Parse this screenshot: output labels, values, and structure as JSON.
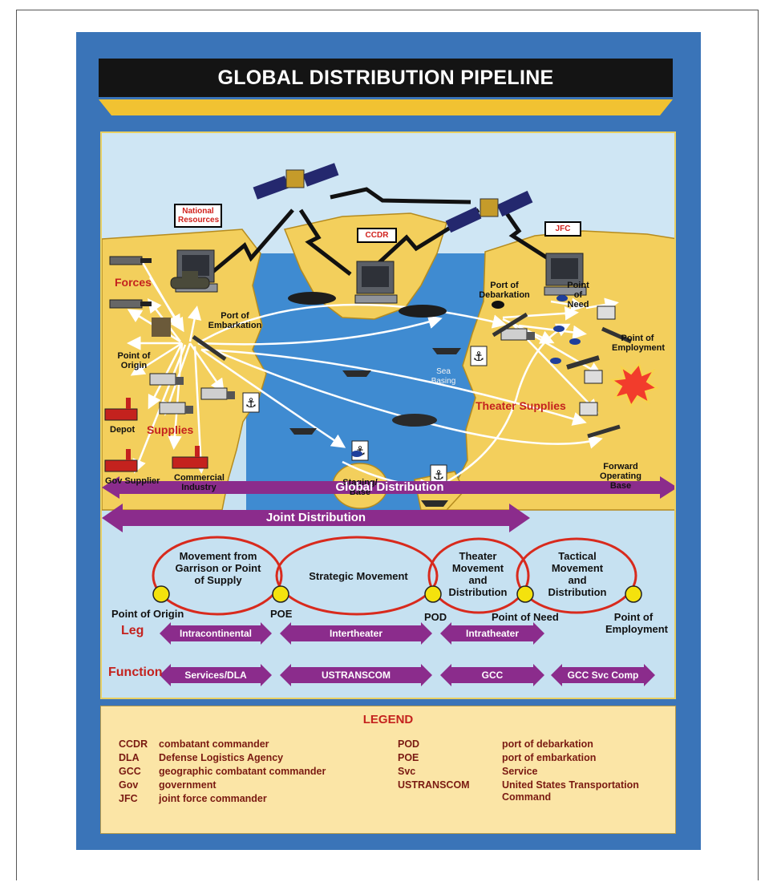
{
  "title": "GLOBAL DISTRIBUTION PIPELINE",
  "colors": {
    "frame_blue": "#3a74b8",
    "title_bar": "#141414",
    "gold": "#f1c232",
    "land": "#f3cf5c",
    "sea": "#3f8bd1",
    "purple": "#8b2c8c",
    "ring_red": "#d82a1d",
    "node_yellow": "#f4e20d",
    "legend_bg": "#fbe5a6"
  },
  "map": {
    "flags": {
      "national_resources": "National Resources",
      "ccdr": "CCDR",
      "jfc": "JFC"
    },
    "labels": {
      "forces": "Forces",
      "port_of_embarkation": "Port of Embarkation",
      "point_of_origin": "Point of Origin",
      "depot": "Depot",
      "supplies": "Supplies",
      "gov_supplier": "Gov Supplier",
      "commercial_industry": "Commercial Industry",
      "port_of_debarkation": "Port of Debarkation",
      "point_of_need": "Point of Need",
      "point_of_employment": "Point of Employment",
      "sea_basing": "Sea Basing",
      "theater_supplies": "Theater Supplies",
      "staging_base": "Staging/ Base",
      "forward_operating_base": "Forward Operating Base"
    }
  },
  "flow": {
    "global_distribution": "Global Distribution",
    "joint_distribution": "Joint Distribution",
    "stages": [
      "Movement from Garrison or Point of Supply",
      "Strategic Movement",
      "Theater Movement and Distribution",
      "Tactical Movement and Distribution"
    ],
    "points": [
      "Point of Origin",
      "POE",
      "POD",
      "Point of Need",
      "Point of Employment"
    ],
    "leg_label": "Leg",
    "legs": [
      "Intracontinental",
      "Intertheater",
      "Intratheater"
    ],
    "function_label": "Function",
    "functions": [
      "Services/DLA",
      "USTRANSCOM",
      "GCC",
      "GCC Svc Comp"
    ]
  },
  "legend": {
    "title": "LEGEND",
    "left": [
      {
        "abbr": "CCDR",
        "def": "combatant commander"
      },
      {
        "abbr": "DLA",
        "def": "Defense Logistics Agency"
      },
      {
        "abbr": "GCC",
        "def": "geographic combatant commander"
      },
      {
        "abbr": "Gov",
        "def": "government"
      },
      {
        "abbr": "JFC",
        "def": "joint force commander"
      }
    ],
    "right": [
      {
        "abbr": "POD",
        "def": "port of debarkation"
      },
      {
        "abbr": "POE",
        "def": "port of embarkation"
      },
      {
        "abbr": "Svc",
        "def": "Service"
      },
      {
        "abbr": "USTRANSCOM",
        "def": "United States Transportation Command"
      }
    ]
  },
  "icons": [
    "satellite-icon",
    "computer-icon",
    "aircraft-icon",
    "ship-icon",
    "truck-icon",
    "tank-icon",
    "anchor-icon",
    "factory-icon",
    "helicopter-icon",
    "explosion-icon",
    "supply-crate-icon",
    "artillery-icon"
  ]
}
